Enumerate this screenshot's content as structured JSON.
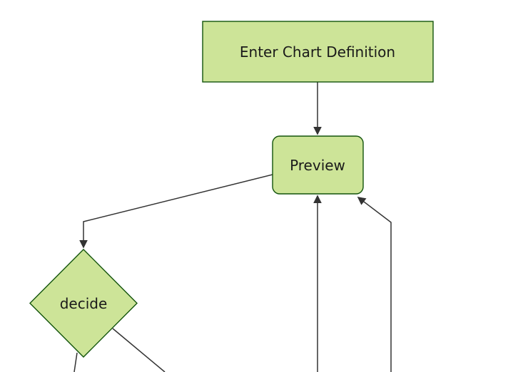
{
  "diagram": {
    "type": "flowchart",
    "direction": "top-down",
    "nodes": {
      "enter_chart_definition": {
        "label": "Enter Chart Definition",
        "shape": "rectangle"
      },
      "preview": {
        "label": "Preview",
        "shape": "rounded-rectangle"
      },
      "decide": {
        "label": "decide",
        "shape": "diamond"
      }
    },
    "edges": [
      {
        "from": "enter_chart_definition",
        "to": "preview",
        "arrowhead": true
      },
      {
        "from": "preview",
        "to": "decide",
        "arrowhead": true
      },
      {
        "from": "offscreen-bottom-left",
        "to": "preview",
        "arrowhead": true
      },
      {
        "from": "offscreen-bottom-right",
        "to": "preview",
        "arrowhead": true
      },
      {
        "from": "decide",
        "to": "offscreen-bottom",
        "arrowhead": false
      },
      {
        "from": "decide",
        "to": "offscreen-bottom",
        "arrowhead": false
      }
    ],
    "colors": {
      "node_fill": "#cde498",
      "node_border": "#13540c",
      "edge": "#333333",
      "text": "#1a1a1a",
      "background": "#ffffff"
    }
  }
}
